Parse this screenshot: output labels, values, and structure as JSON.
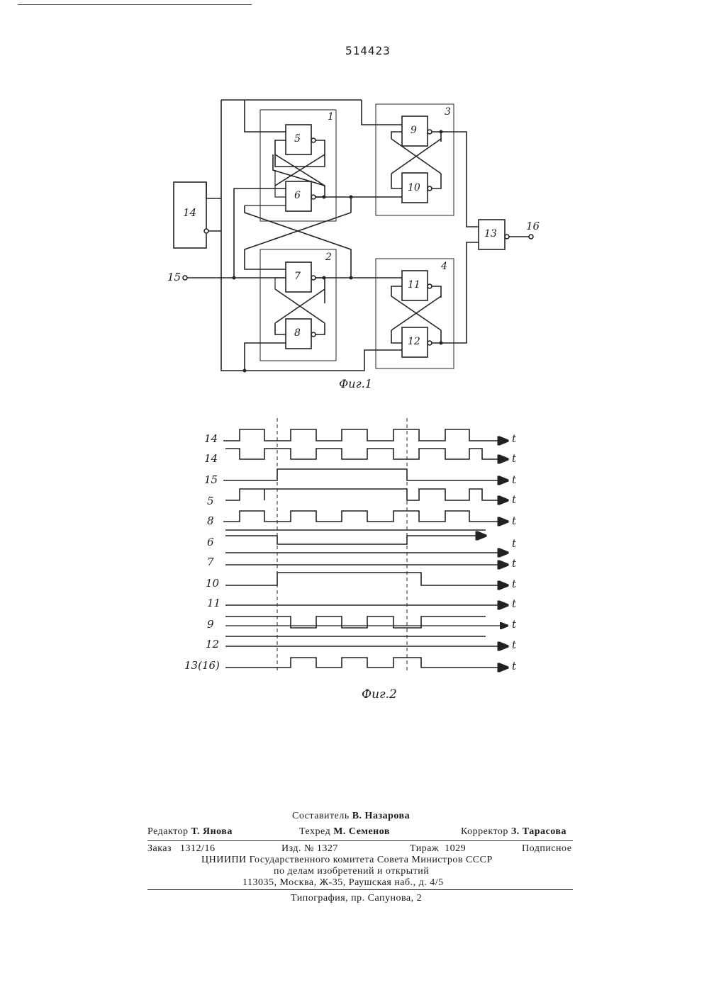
{
  "header": {
    "patent_number": "514423"
  },
  "fig1": {
    "caption": "Фиг.1",
    "blocks": [
      "1",
      "2",
      "3",
      "4",
      "5",
      "6",
      "7",
      "8",
      "9",
      "10",
      "11",
      "12",
      "13",
      "14"
    ],
    "terminals": [
      "15",
      "16"
    ]
  },
  "fig2": {
    "caption": "Фиг.2",
    "axis_label": "t",
    "rows": [
      "14",
      "14",
      "15",
      "5",
      "8",
      "6",
      "7",
      "10",
      "11",
      "9",
      "12",
      "13(16)"
    ]
  },
  "footer": {
    "compiler_label": "Составитель",
    "compiler_name": "В. Назарова",
    "editor_label": "Редактор",
    "editor_name": "Т. Янова",
    "techred_label": "Техред",
    "techred_name": "М. Семенов",
    "corrector_label": "Корректор",
    "corrector_name": "З. Тарасова",
    "order": "Заказ   1312/16",
    "edition": "Изд. № 1327",
    "circulation": "Тираж  1029",
    "subscription": "Подписное",
    "org_line1": "ЦНИИПИ Государственного комитета Совета Министров СССР",
    "org_line2": "по делам изобретений и открытий",
    "address": "113035, Москва, Ж-35, Раушская наб., д. 4/5",
    "printer": "Типография, пр. Сапунова, 2"
  }
}
